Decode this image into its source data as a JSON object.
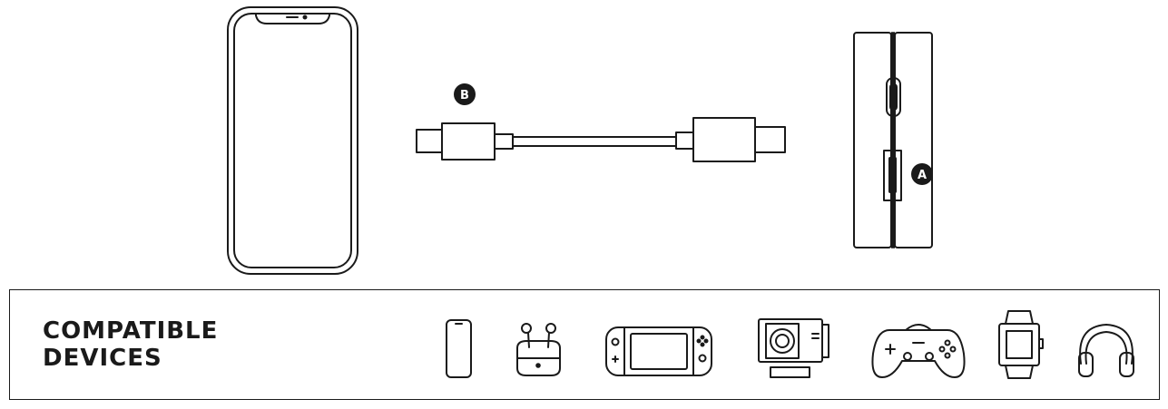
{
  "labels": {
    "badge_a": "A",
    "badge_b": "B"
  },
  "compatible": {
    "title_line1": "COMPATIBLE",
    "title_line2": "DEVICES",
    "devices": [
      {
        "icon": "smartphone-icon"
      },
      {
        "icon": "earbuds-case-icon"
      },
      {
        "icon": "handheld-console-icon"
      },
      {
        "icon": "action-camera-icon"
      },
      {
        "icon": "gamepad-icon"
      },
      {
        "icon": "smartwatch-icon"
      },
      {
        "icon": "headphones-icon"
      }
    ]
  },
  "colors": {
    "line": "#1a1a1a",
    "background": "#ffffff"
  }
}
